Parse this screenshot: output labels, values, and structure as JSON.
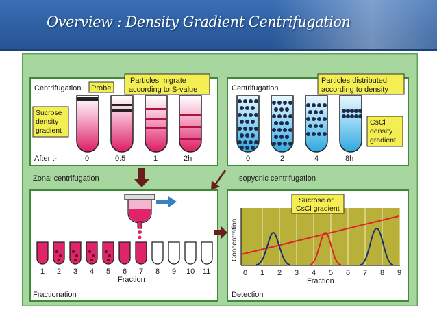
{
  "slide": {
    "title": "Overview : Density Gradient Centrifugation"
  },
  "zonal": {
    "header": "Centrifugation",
    "probe": "Probe",
    "callout": [
      "Particles migrate",
      "according to S-value"
    ],
    "gradient_label": [
      "Sucrose",
      "density",
      "gradient"
    ],
    "after_label": "After t-",
    "times": [
      "0",
      "0.5",
      "1",
      "2h"
    ],
    "caption": "Zonal centrifugation"
  },
  "isopycnic": {
    "header": "Centrifugation",
    "callout": [
      "Particles distributed",
      "according to density"
    ],
    "gradient_label": [
      "CsCl",
      "density",
      "gradient"
    ],
    "times": [
      "0",
      "2",
      "4",
      "8h"
    ],
    "caption": "Isopycnic centrifugation"
  },
  "fractionation": {
    "fractions": [
      "1",
      "2",
      "3",
      "4",
      "5",
      "6",
      "7",
      "8",
      "9",
      "10",
      "11"
    ],
    "axis_label": "Fraction",
    "caption": "Fractionation"
  },
  "detection": {
    "ylabel": "Concentration",
    "xlabel": "Fraction",
    "ticks": [
      "0",
      "1",
      "2",
      "3",
      "4",
      "5",
      "6",
      "7",
      "8",
      "9"
    ],
    "callout": [
      "Sucrose or",
      "CsCl gradient"
    ],
    "caption": "Detection"
  },
  "colors": {
    "banner": "#2c5d9f",
    "panel_green": "#9ed29a",
    "panel_border": "#4f9a4a",
    "callout_fill": "#f4ee52",
    "pink": "#e0246a",
    "cyan": "#45b5e5",
    "plot_bg": "#b9b03a"
  }
}
